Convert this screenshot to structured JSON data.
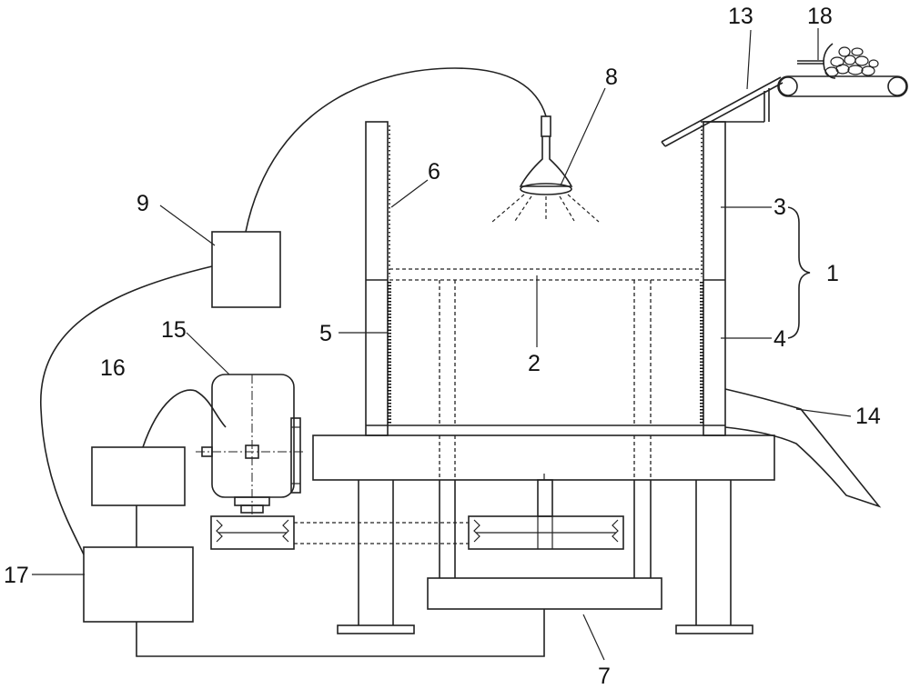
{
  "labels": {
    "n1": "1",
    "n2": "2",
    "n3": "3",
    "n4": "4",
    "n5": "5",
    "n6": "6",
    "n7": "7",
    "n8": "8",
    "n9": "9",
    "n13": "13",
    "n14": "14",
    "n15": "15",
    "n16": "16",
    "n17": "17",
    "n18": "18"
  }
}
